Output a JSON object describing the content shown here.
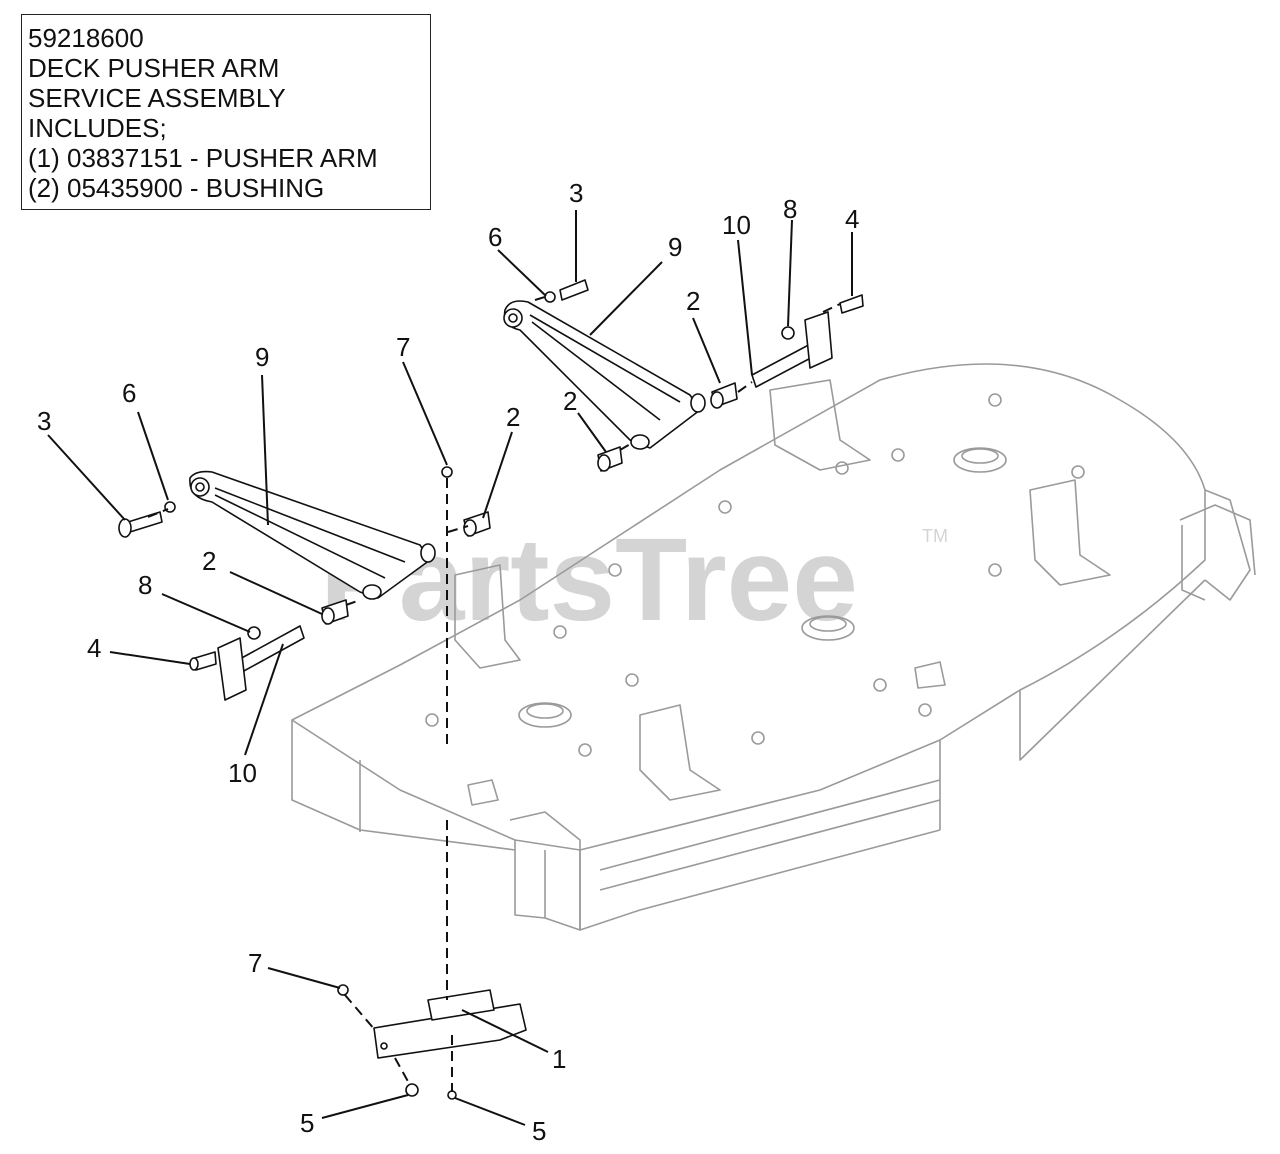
{
  "info_box": {
    "lines": [
      "59218600",
      "DECK PUSHER ARM",
      "SERVICE ASSEMBLY",
      "INCLUDES;",
      "(1) 03837151 - PUSHER ARM",
      "(2) 05435900 - BUSHING"
    ]
  },
  "watermark": {
    "text": "PartsTree",
    "tm": "TM"
  },
  "callouts": [
    "1",
    "2",
    "3",
    "4",
    "5",
    "6",
    "7",
    "8",
    "9",
    "10"
  ],
  "colors": {
    "ink": "#111111",
    "deck_line": "#9a9a9a",
    "watermark": "#d4d4d4"
  }
}
